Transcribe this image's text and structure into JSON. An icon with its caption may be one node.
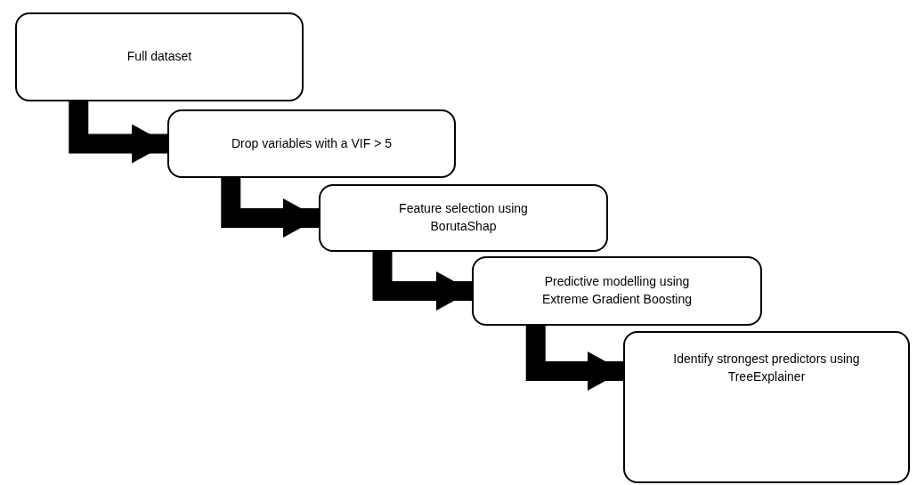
{
  "diagram": {
    "nodes": [
      {
        "text": [
          "Full dataset"
        ]
      },
      {
        "text": [
          "Drop variables with a VIF > 5"
        ]
      },
      {
        "text": [
          "Feature selection using BorutaShap"
        ]
      },
      {
        "text": [
          "Predictive modelling using Extreme Gradient Boosting"
        ]
      },
      {
        "text": [
          "Identify strongest predictors using TreeExplainer"
        ]
      }
    ],
    "edges": [
      {
        "from": 0,
        "to": 1,
        "arrow": "to"
      },
      {
        "from": 1,
        "to": 2,
        "arrow": "to"
      },
      {
        "from": 2,
        "to": 3,
        "arrow": "to"
      },
      {
        "from": 3,
        "to": 4,
        "arrow": "to"
      }
    ]
  }
}
